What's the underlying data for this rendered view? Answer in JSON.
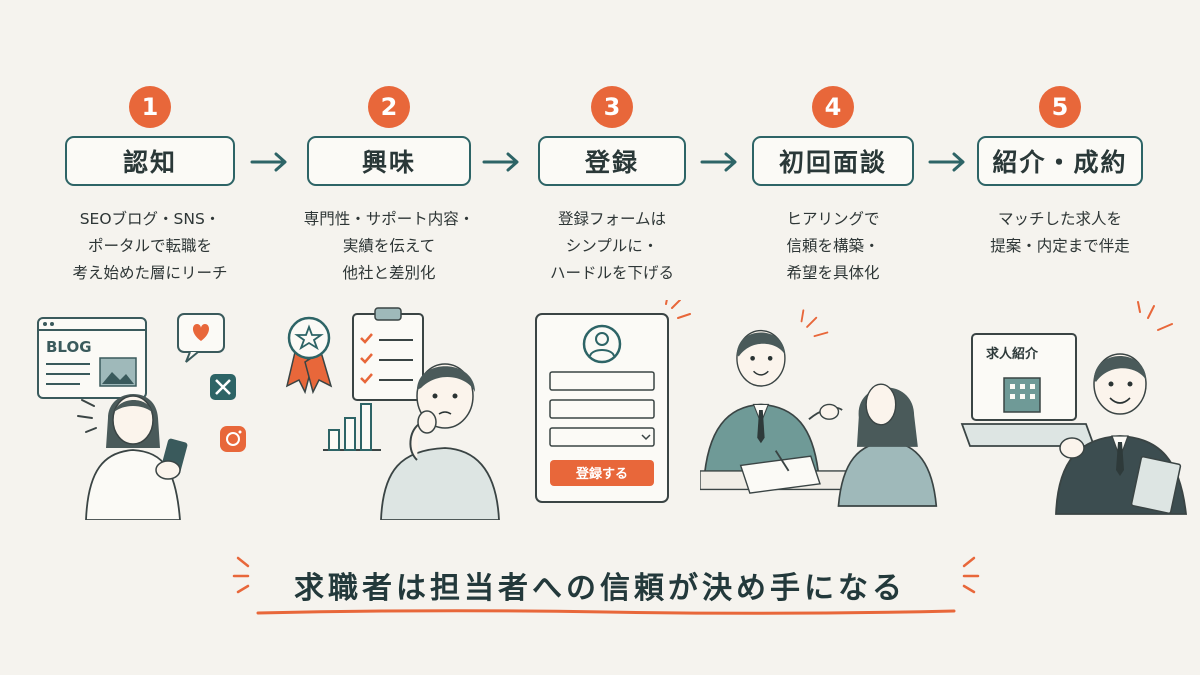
{
  "steps": [
    {
      "number": "1",
      "title": "認知",
      "lines": [
        "SEOブログ・SNS・",
        "ポータルで転職を",
        "考え始めた層にリーチ"
      ]
    },
    {
      "number": "2",
      "title": "興味",
      "lines": [
        "専門性・サポート内容・",
        "実績を伝えて",
        "他社と差別化"
      ]
    },
    {
      "number": "3",
      "title": "登録",
      "lines": [
        "登録フォームは",
        "シンプルに・",
        "ハードルを下げる"
      ]
    },
    {
      "number": "4",
      "title": "初回面談",
      "lines": [
        "ヒアリングで",
        "信頼を構築・",
        "希望を具体化"
      ]
    },
    {
      "number": "5",
      "title": "紹介・成約",
      "lines": [
        "マッチした求人を",
        "提案・内定まで伴走"
      ]
    }
  ],
  "illustrations": {
    "blog_label": "BLOG",
    "register_button": "登録する",
    "job_board_label": "求人紹介"
  },
  "conclusion": "求職者は担当者への信頼が決め手になる",
  "colors": {
    "accent": "#e8673a",
    "teal": "#2d6466",
    "background": "#f5f3ee"
  }
}
